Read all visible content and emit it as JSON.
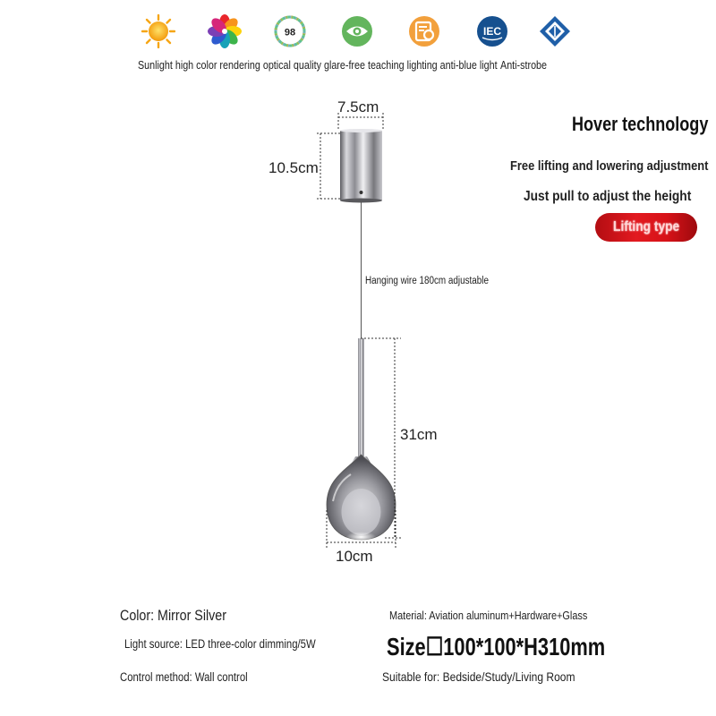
{
  "features": {
    "text": "Sunlight high color rendering optical quality glare-free teaching lighting anti-blue light",
    "anti_strobe": "Anti-strobe",
    "icons": [
      {
        "name": "sun-icon"
      },
      {
        "name": "color-wheel-icon"
      },
      {
        "name": "cri-98-icon",
        "label": "98"
      },
      {
        "name": "eye-icon"
      },
      {
        "name": "anti-blue-light-icon"
      },
      {
        "name": "iec-icon",
        "label": "IEC"
      },
      {
        "name": "certification-diamond-icon"
      }
    ]
  },
  "dimensions": {
    "canopy_width": "7.5cm",
    "canopy_height": "10.5cm",
    "pendant_height": "31cm",
    "pendant_width": "10cm"
  },
  "hanging_wire": "Hanging wire 180cm adjustable",
  "hover": {
    "title": "Hover technology",
    "line1": "Free lifting and lowering adjustment",
    "line2": "Just pull to adjust the height",
    "badge": "Lifting type"
  },
  "specs": {
    "color": "Color: Mirror Silver",
    "light_source": "Light source: LED three-color dimming/5W",
    "control": "Control method: Wall control",
    "material": "Material: Aviation aluminum+Hardware+Glass",
    "size": "Size☐100*100*H310mm",
    "suitable": "Suitable for: Bedside/Study/Living Room"
  },
  "colors": {
    "badge_red": "#d71218",
    "chrome": "#9a9a9a"
  }
}
